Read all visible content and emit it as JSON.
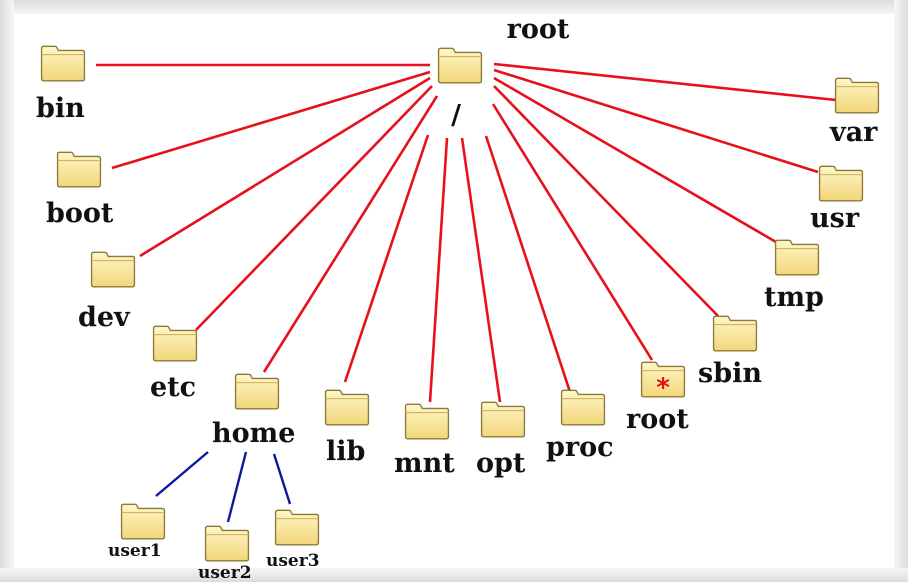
{
  "diagram": {
    "root_label": "root",
    "root_symbol": "/",
    "dirs": {
      "bin": "bin",
      "boot": "boot",
      "dev": "dev",
      "etc": "etc",
      "home": "home",
      "lib": "lib",
      "mnt": "mnt",
      "opt": "opt",
      "proc": "proc",
      "root": "root",
      "sbin": "sbin",
      "tmp": "tmp",
      "usr": "usr",
      "var": "var"
    },
    "home_children": {
      "user1": "user1",
      "user2": "user2",
      "user3": "user3"
    },
    "root_home_marker": "*"
  },
  "colors": {
    "root_edges": "#e8101a",
    "home_edges": "#0a1a9a",
    "folder_fill": "#f8e69a",
    "folder_stroke": "#8a7a38",
    "marker": "#e8101a"
  },
  "icons": {
    "folder": "folder-icon"
  }
}
